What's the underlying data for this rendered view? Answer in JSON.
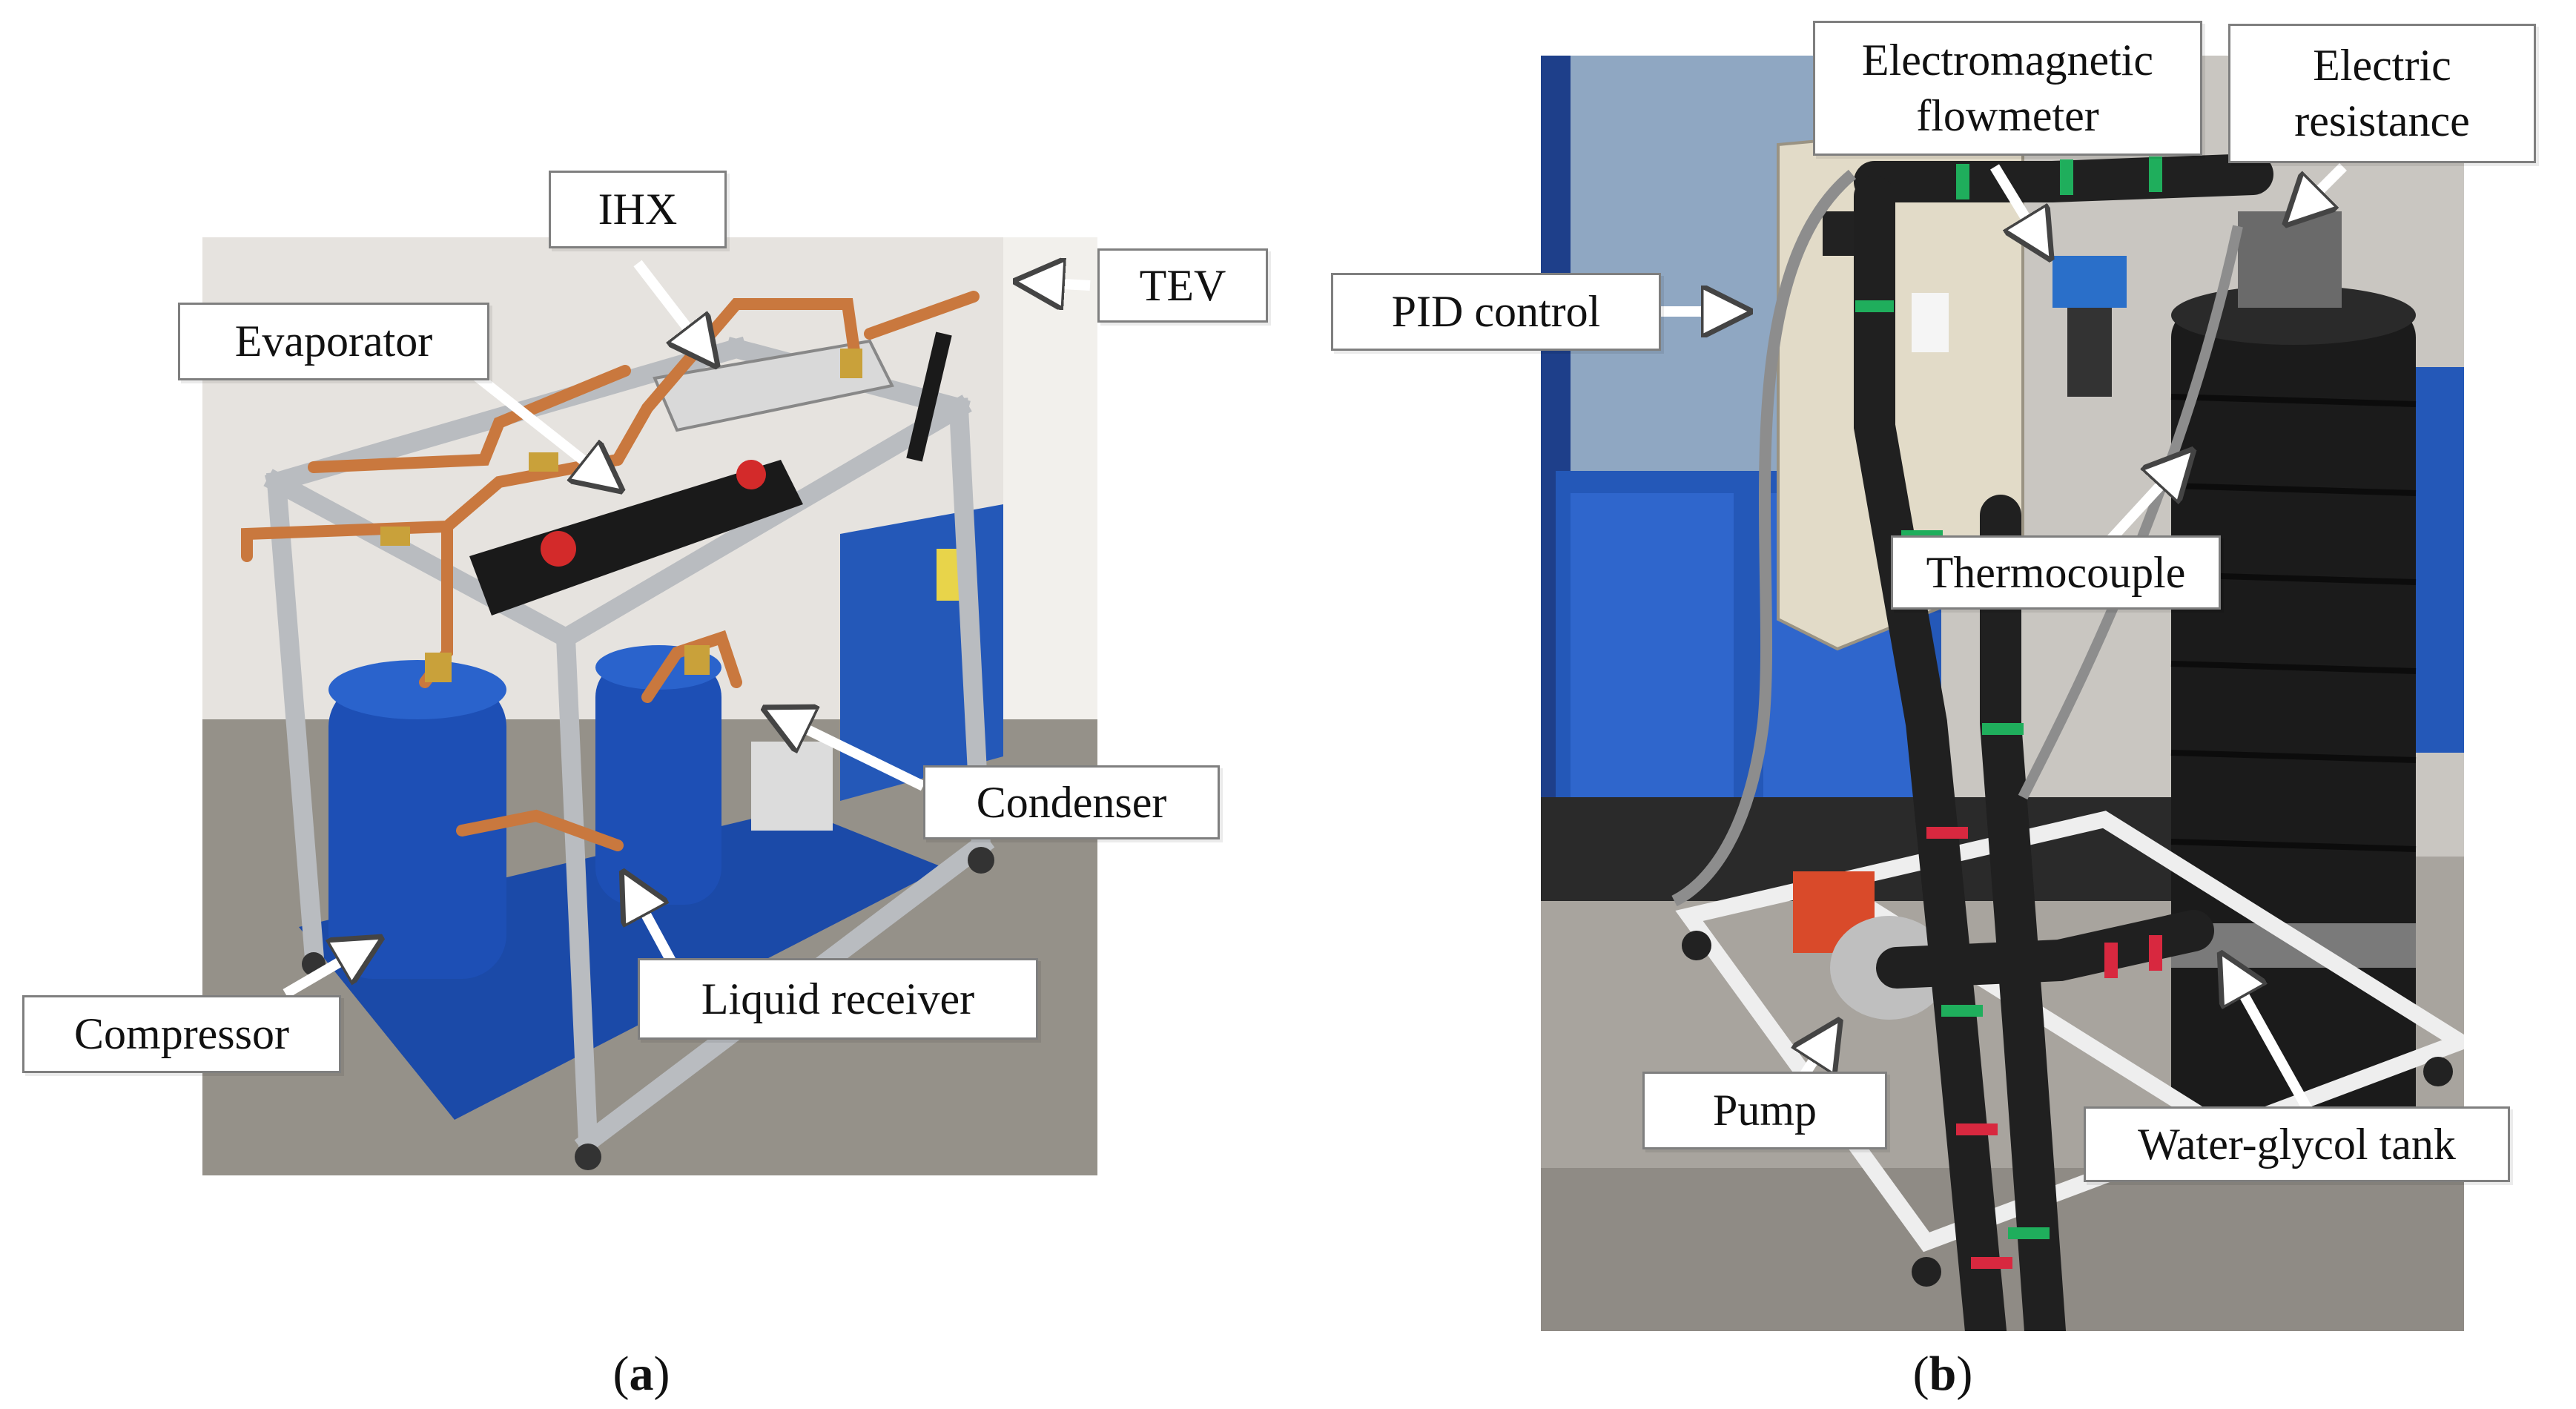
{
  "panel_a": {
    "caption_open": "(",
    "caption_letter": "a",
    "caption_close": ")",
    "labels": {
      "ihx": "IHX",
      "tev": "TEV",
      "evaporator": "Evaporator",
      "condenser": "Condenser",
      "compressor": "Compressor",
      "liquid_receiver": "Liquid receiver"
    }
  },
  "panel_b": {
    "caption_open": "(",
    "caption_letter": "b",
    "caption_close": ")",
    "labels": {
      "flowmeter_line1": "Electromagnetic",
      "flowmeter_line2": "flowmeter",
      "resistance_line1": "Electric",
      "resistance_line2": "resistance",
      "pid_control": "PID control",
      "thermocouple": "Thermocouple",
      "pump": "Pump",
      "tank": "Water-glycol tank"
    }
  },
  "colors": {
    "compressor_blue": "#1d4fb5",
    "copper": "#c9783e",
    "aluminium": "#b9bcc0",
    "insulation_black": "#1b1b1b",
    "cabinet_blue": "#2458b8",
    "tape_green": "#1fae5c",
    "tape_red": "#d8283f"
  }
}
